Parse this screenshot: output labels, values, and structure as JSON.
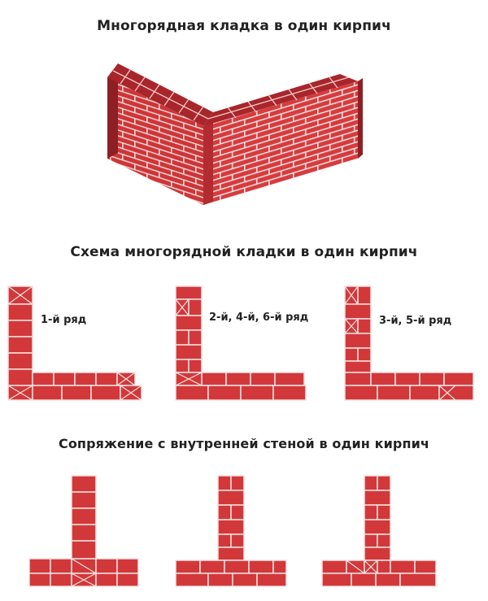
{
  "titles": {
    "main": "Многорядная кладка в один кирпич",
    "scheme": "Схема многорядной кладки в один кирпич",
    "junction": "Сопряжение с внутренней стеной в один кирпич"
  },
  "row_labels": {
    "row1": "1-й ряд",
    "row2": "2-й, 4-й, 6-й ряд",
    "row3": "3-й, 5-й ряд"
  },
  "colors": {
    "brick": "#d2383a",
    "brick_dark": "#8e1f24",
    "mortar": "#f3dede",
    "text": "#222222"
  }
}
